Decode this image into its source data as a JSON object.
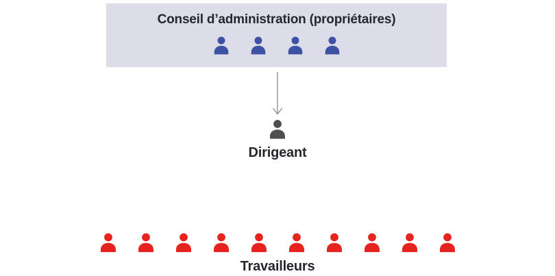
{
  "figure": {
    "board": {
      "label": "Conseil d’administration (propriétaires)",
      "member_count": 4
    },
    "arrow": {
      "direction": "down"
    },
    "manager": {
      "label": "Dirigeant",
      "count": 1
    },
    "workers": {
      "label": "Travailleurs",
      "count": 10
    }
  },
  "colors": {
    "page-bg": "#ffffff",
    "board-box-bg": "#dcdde9",
    "board-member": "#3d52a5",
    "manager": "#4f4f4f",
    "worker": "#e6231e",
    "text": "#26262e",
    "arrow": "#8a8a8a"
  }
}
